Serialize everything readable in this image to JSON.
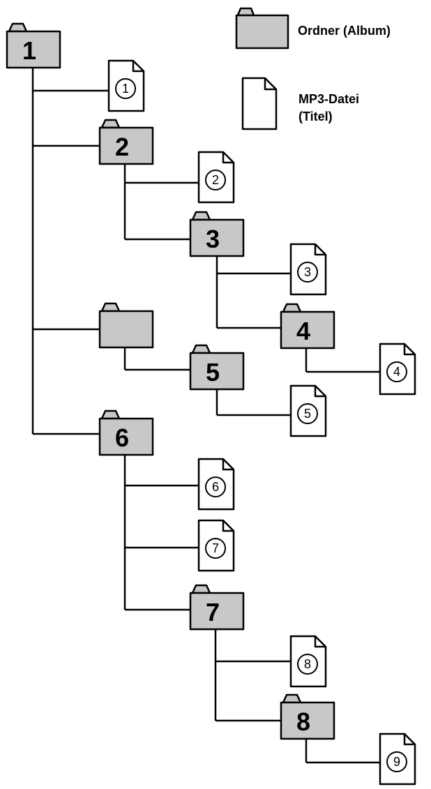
{
  "legend": {
    "folder_label": "Ordner (Album)",
    "file_label_line1": "MP3-Datei",
    "file_label_line2": "(Titel)"
  },
  "colors": {
    "folder_fill": "#c8c8c8",
    "file_fill": "#ffffff",
    "line": "#000000"
  },
  "folders": [
    {
      "id": "f1",
      "label": "1"
    },
    {
      "id": "f2",
      "label": "2"
    },
    {
      "id": "f3",
      "label": "3"
    },
    {
      "id": "f4",
      "label": "4"
    },
    {
      "id": "f_unnamed",
      "label": ""
    },
    {
      "id": "f5",
      "label": "5"
    },
    {
      "id": "f6",
      "label": "6"
    },
    {
      "id": "f7",
      "label": "7"
    },
    {
      "id": "f8",
      "label": "8"
    }
  ],
  "files": [
    {
      "id": "t1",
      "label": "1",
      "parent": "f1"
    },
    {
      "id": "t2",
      "label": "2",
      "parent": "f2"
    },
    {
      "id": "t3",
      "label": "3",
      "parent": "f3"
    },
    {
      "id": "t4",
      "label": "4",
      "parent": "f4"
    },
    {
      "id": "t5",
      "label": "5",
      "parent": "f5"
    },
    {
      "id": "t6",
      "label": "6",
      "parent": "f6"
    },
    {
      "id": "t7",
      "label": "7",
      "parent": "f6"
    },
    {
      "id": "t8",
      "label": "8",
      "parent": "f7"
    },
    {
      "id": "t9",
      "label": "9",
      "parent": "f8"
    }
  ],
  "hierarchy": [
    {
      "parent": "f1",
      "children": [
        "t1",
        "f2",
        "f_unnamed",
        "f6"
      ]
    },
    {
      "parent": "f2",
      "children": [
        "t2",
        "f3"
      ]
    },
    {
      "parent": "f3",
      "children": [
        "t3",
        "f4"
      ]
    },
    {
      "parent": "f4",
      "children": [
        "t4"
      ]
    },
    {
      "parent": "f_unnamed",
      "children": [
        "f5"
      ]
    },
    {
      "parent": "f5",
      "children": [
        "t5"
      ]
    },
    {
      "parent": "f6",
      "children": [
        "t6",
        "t7",
        "f7"
      ]
    },
    {
      "parent": "f7",
      "children": [
        "t8",
        "f8"
      ]
    },
    {
      "parent": "f8",
      "children": [
        "t9"
      ]
    }
  ]
}
